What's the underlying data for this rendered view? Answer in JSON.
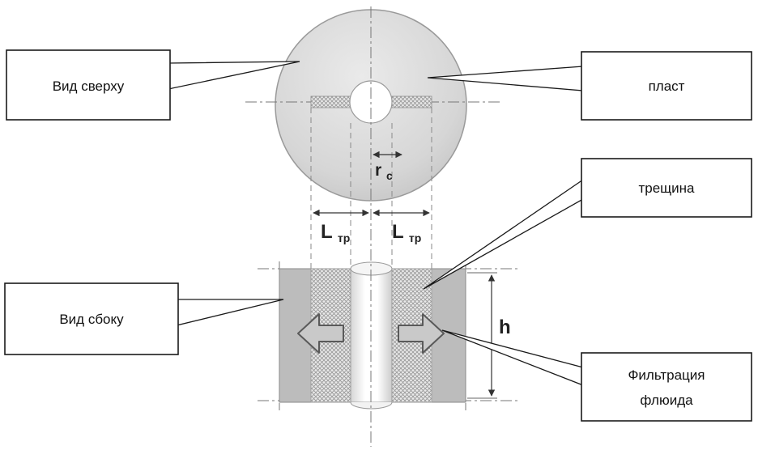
{
  "diagram": {
    "callouts": {
      "top_view": "Вид сверху",
      "formation": "пласт",
      "fracture": "трещина",
      "side_view": "Вид сбоку",
      "filtration_line1": "Фильтрация",
      "filtration_line2": "флюида"
    },
    "dimensions": {
      "well_radius_symbol": "r",
      "well_radius_sub": "c",
      "fracture_length_symbol": "L",
      "fracture_length_sub": "тр",
      "height_symbol": "h"
    },
    "colors": {
      "formation_fill": "#d6d6d6",
      "slab_fill": "#bcbcbc",
      "arrow_fill": "#c9c9c9",
      "line": "#555555",
      "callout_border": "#1a1a1a"
    }
  }
}
